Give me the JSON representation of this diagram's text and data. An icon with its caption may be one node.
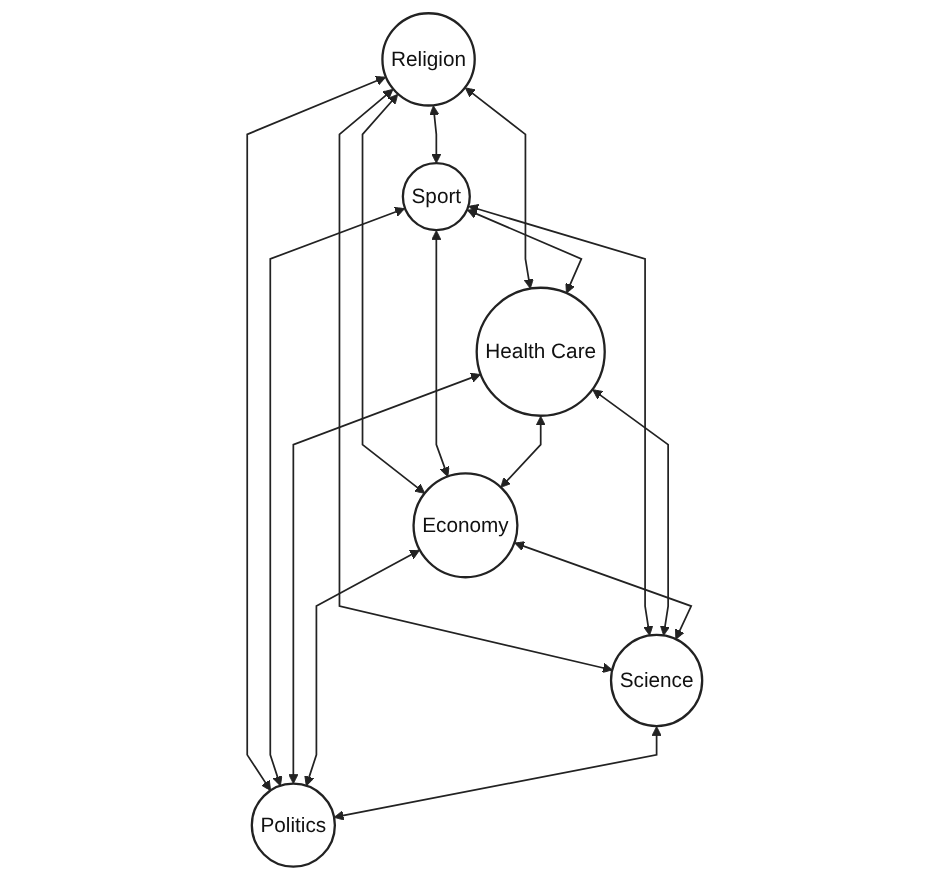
{
  "diagram": {
    "nodes": [
      {
        "text": [
          "Religion"
        ]
      },
      {
        "text": [
          "Sport"
        ]
      },
      {
        "text": [
          "Health Care"
        ]
      },
      {
        "text": [
          "Economy"
        ]
      },
      {
        "text": [
          "Science"
        ]
      },
      {
        "text": [
          "Politics"
        ]
      }
    ],
    "edges": [
      {
        "from": 0,
        "to": 1,
        "arrow": "both"
      },
      {
        "from": 0,
        "to": 2,
        "arrow": "both"
      },
      {
        "from": 0,
        "to": 3,
        "arrow": "both"
      },
      {
        "from": 0,
        "to": 4,
        "arrow": "both"
      },
      {
        "from": 0,
        "to": 5,
        "arrow": "both"
      },
      {
        "from": 1,
        "to": 2,
        "arrow": "both"
      },
      {
        "from": 1,
        "to": 3,
        "arrow": "both"
      },
      {
        "from": 1,
        "to": 4,
        "arrow": "both"
      },
      {
        "from": 1,
        "to": 5,
        "arrow": "both"
      },
      {
        "from": 2,
        "to": 3,
        "arrow": "both"
      },
      {
        "from": 2,
        "to": 4,
        "arrow": "both"
      },
      {
        "from": 2,
        "to": 5,
        "arrow": "both"
      },
      {
        "from": 3,
        "to": 4,
        "arrow": "both"
      },
      {
        "from": 3,
        "to": 5,
        "arrow": "both"
      },
      {
        "from": 4,
        "to": 5,
        "arrow": "both"
      }
    ]
  }
}
